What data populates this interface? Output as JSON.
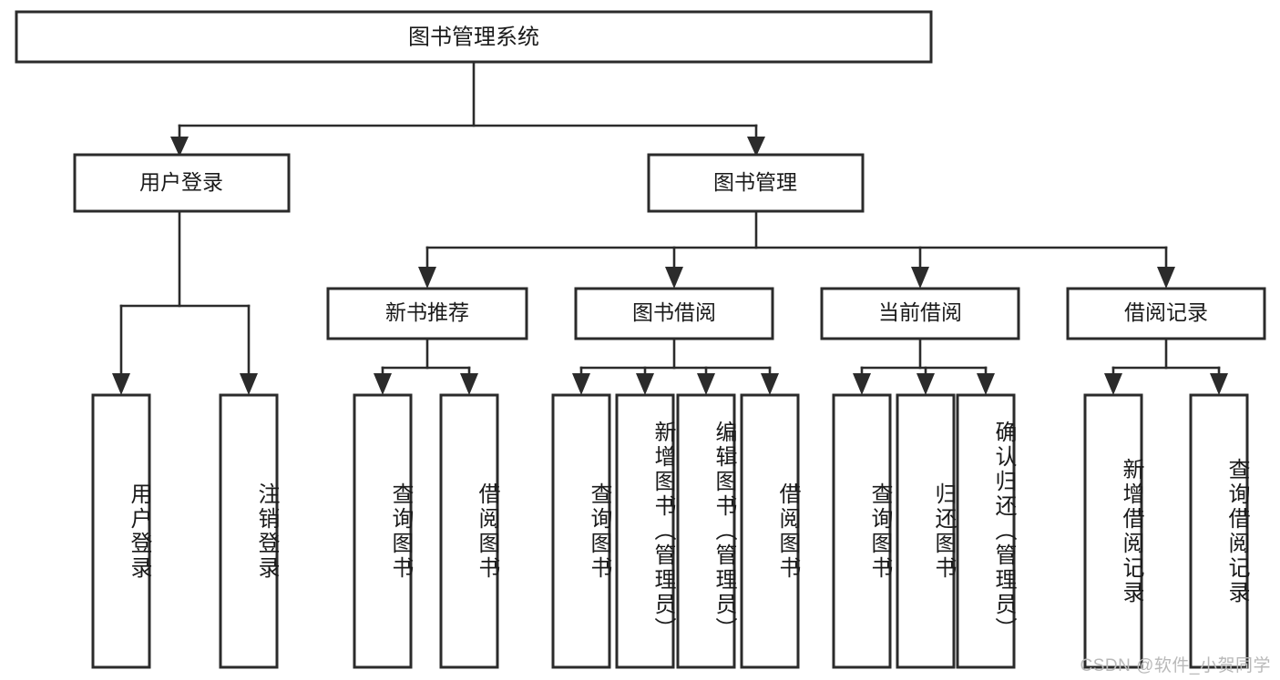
{
  "diagram": {
    "title": "图书管理系统",
    "watermark": "CSDN @软件_小贺同学",
    "colors": {
      "box_stroke": "#2b2b2b",
      "box_fill": "#ffffff",
      "text": "#1a1a1a",
      "watermark": "#b9b9b9",
      "background": "#ffffff"
    },
    "root": {
      "label": "图书管理系统"
    },
    "level2": [
      {
        "label": "用户登录"
      },
      {
        "label": "图书管理"
      }
    ],
    "level3": [
      {
        "label": "新书推荐"
      },
      {
        "label": "图书借阅"
      },
      {
        "label": "当前借阅"
      },
      {
        "label": "借阅记录"
      }
    ],
    "leaves": [
      {
        "label": "用户登录",
        "parent": "用户登录"
      },
      {
        "label": "注销登录",
        "parent": "用户登录"
      },
      {
        "label": "查询图书",
        "parent": "新书推荐"
      },
      {
        "label": "借阅图书",
        "parent": "新书推荐"
      },
      {
        "label": "查询图书",
        "parent": "图书借阅"
      },
      {
        "label": "新增图书（管理员）",
        "parent": "图书借阅"
      },
      {
        "label": "编辑图书（管理员）",
        "parent": "图书借阅"
      },
      {
        "label": "借阅图书",
        "parent": "图书借阅"
      },
      {
        "label": "查询图书",
        "parent": "当前借阅"
      },
      {
        "label": "归还图书",
        "parent": "当前借阅"
      },
      {
        "label": "确认归还（管理员）",
        "parent": "当前借阅"
      },
      {
        "label": "新增借阅记录",
        "parent": "借阅记录"
      },
      {
        "label": "查询借阅记录",
        "parent": "借阅记录"
      }
    ]
  }
}
